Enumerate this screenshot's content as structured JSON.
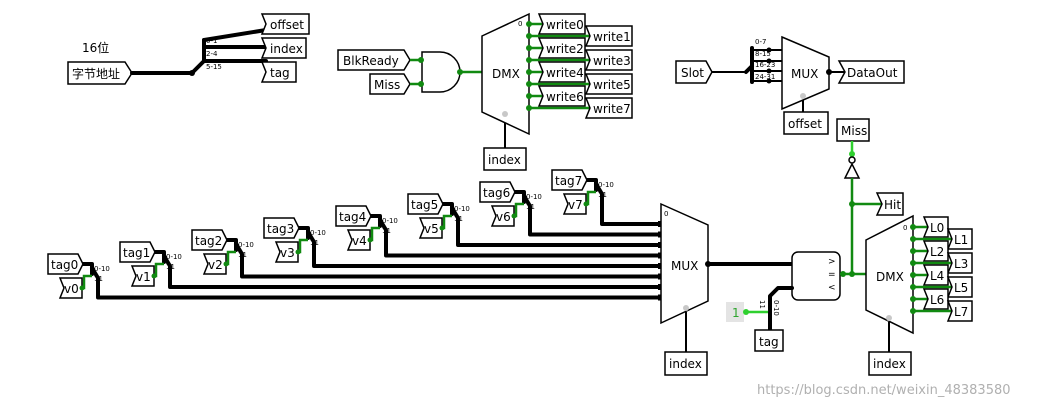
{
  "title": "16位",
  "watermark": "https://blog.csdn.net/weixin_48383580",
  "colors": {
    "wire_active": "#118a11",
    "wire_bright": "#2fd02f",
    "wire_bus": "#000000",
    "watermark": "#b0b0b0"
  },
  "address_splitter": {
    "input": "字节地址",
    "ranges": [
      "0-1",
      "2-4",
      "5-15"
    ],
    "outputs": [
      "offset",
      "index",
      "tag"
    ]
  },
  "and_gate": {
    "inputs": [
      "BlkReady",
      "Miss"
    ]
  },
  "write_demux": {
    "label": "DMX",
    "select": "index",
    "zero": "0",
    "outputs": [
      "write0",
      "write1",
      "write2",
      "write3",
      "write4",
      "write5",
      "write6",
      "write7"
    ]
  },
  "slot_mux": {
    "label": "MUX",
    "input": "Slot",
    "ranges": [
      "0-7",
      "8-15",
      "16-23",
      "24-31"
    ],
    "select": "offset",
    "output": "DataOut"
  },
  "miss_pin": "Miss",
  "hit_pin": "Hit",
  "lines": [
    {
      "tag": "tag7",
      "valid": "v7"
    },
    {
      "tag": "tag6",
      "valid": "v6"
    },
    {
      "tag": "tag5",
      "valid": "v5"
    },
    {
      "tag": "tag4",
      "valid": "v4"
    },
    {
      "tag": "tag3",
      "valid": "v3"
    },
    {
      "tag": "tag2",
      "valid": "v2"
    },
    {
      "tag": "tag1",
      "valid": "v1"
    },
    {
      "tag": "tag0",
      "valid": "v0"
    }
  ],
  "merge_ranges": [
    "0-10",
    "11"
  ],
  "compare_mux": {
    "label": "MUX",
    "zero": "0",
    "select": "index"
  },
  "comparator": {
    "symbols": [
      ">",
      "=",
      "<"
    ]
  },
  "tag_input": {
    "constant": "1",
    "ranges": [
      "11",
      "0-10"
    ],
    "pin": "tag"
  },
  "line_demux": {
    "label": "DMX",
    "zero": "0",
    "select": "index",
    "outputs": [
      "L0",
      "L1",
      "L2",
      "L3",
      "L4",
      "L5",
      "L6",
      "L7"
    ]
  }
}
